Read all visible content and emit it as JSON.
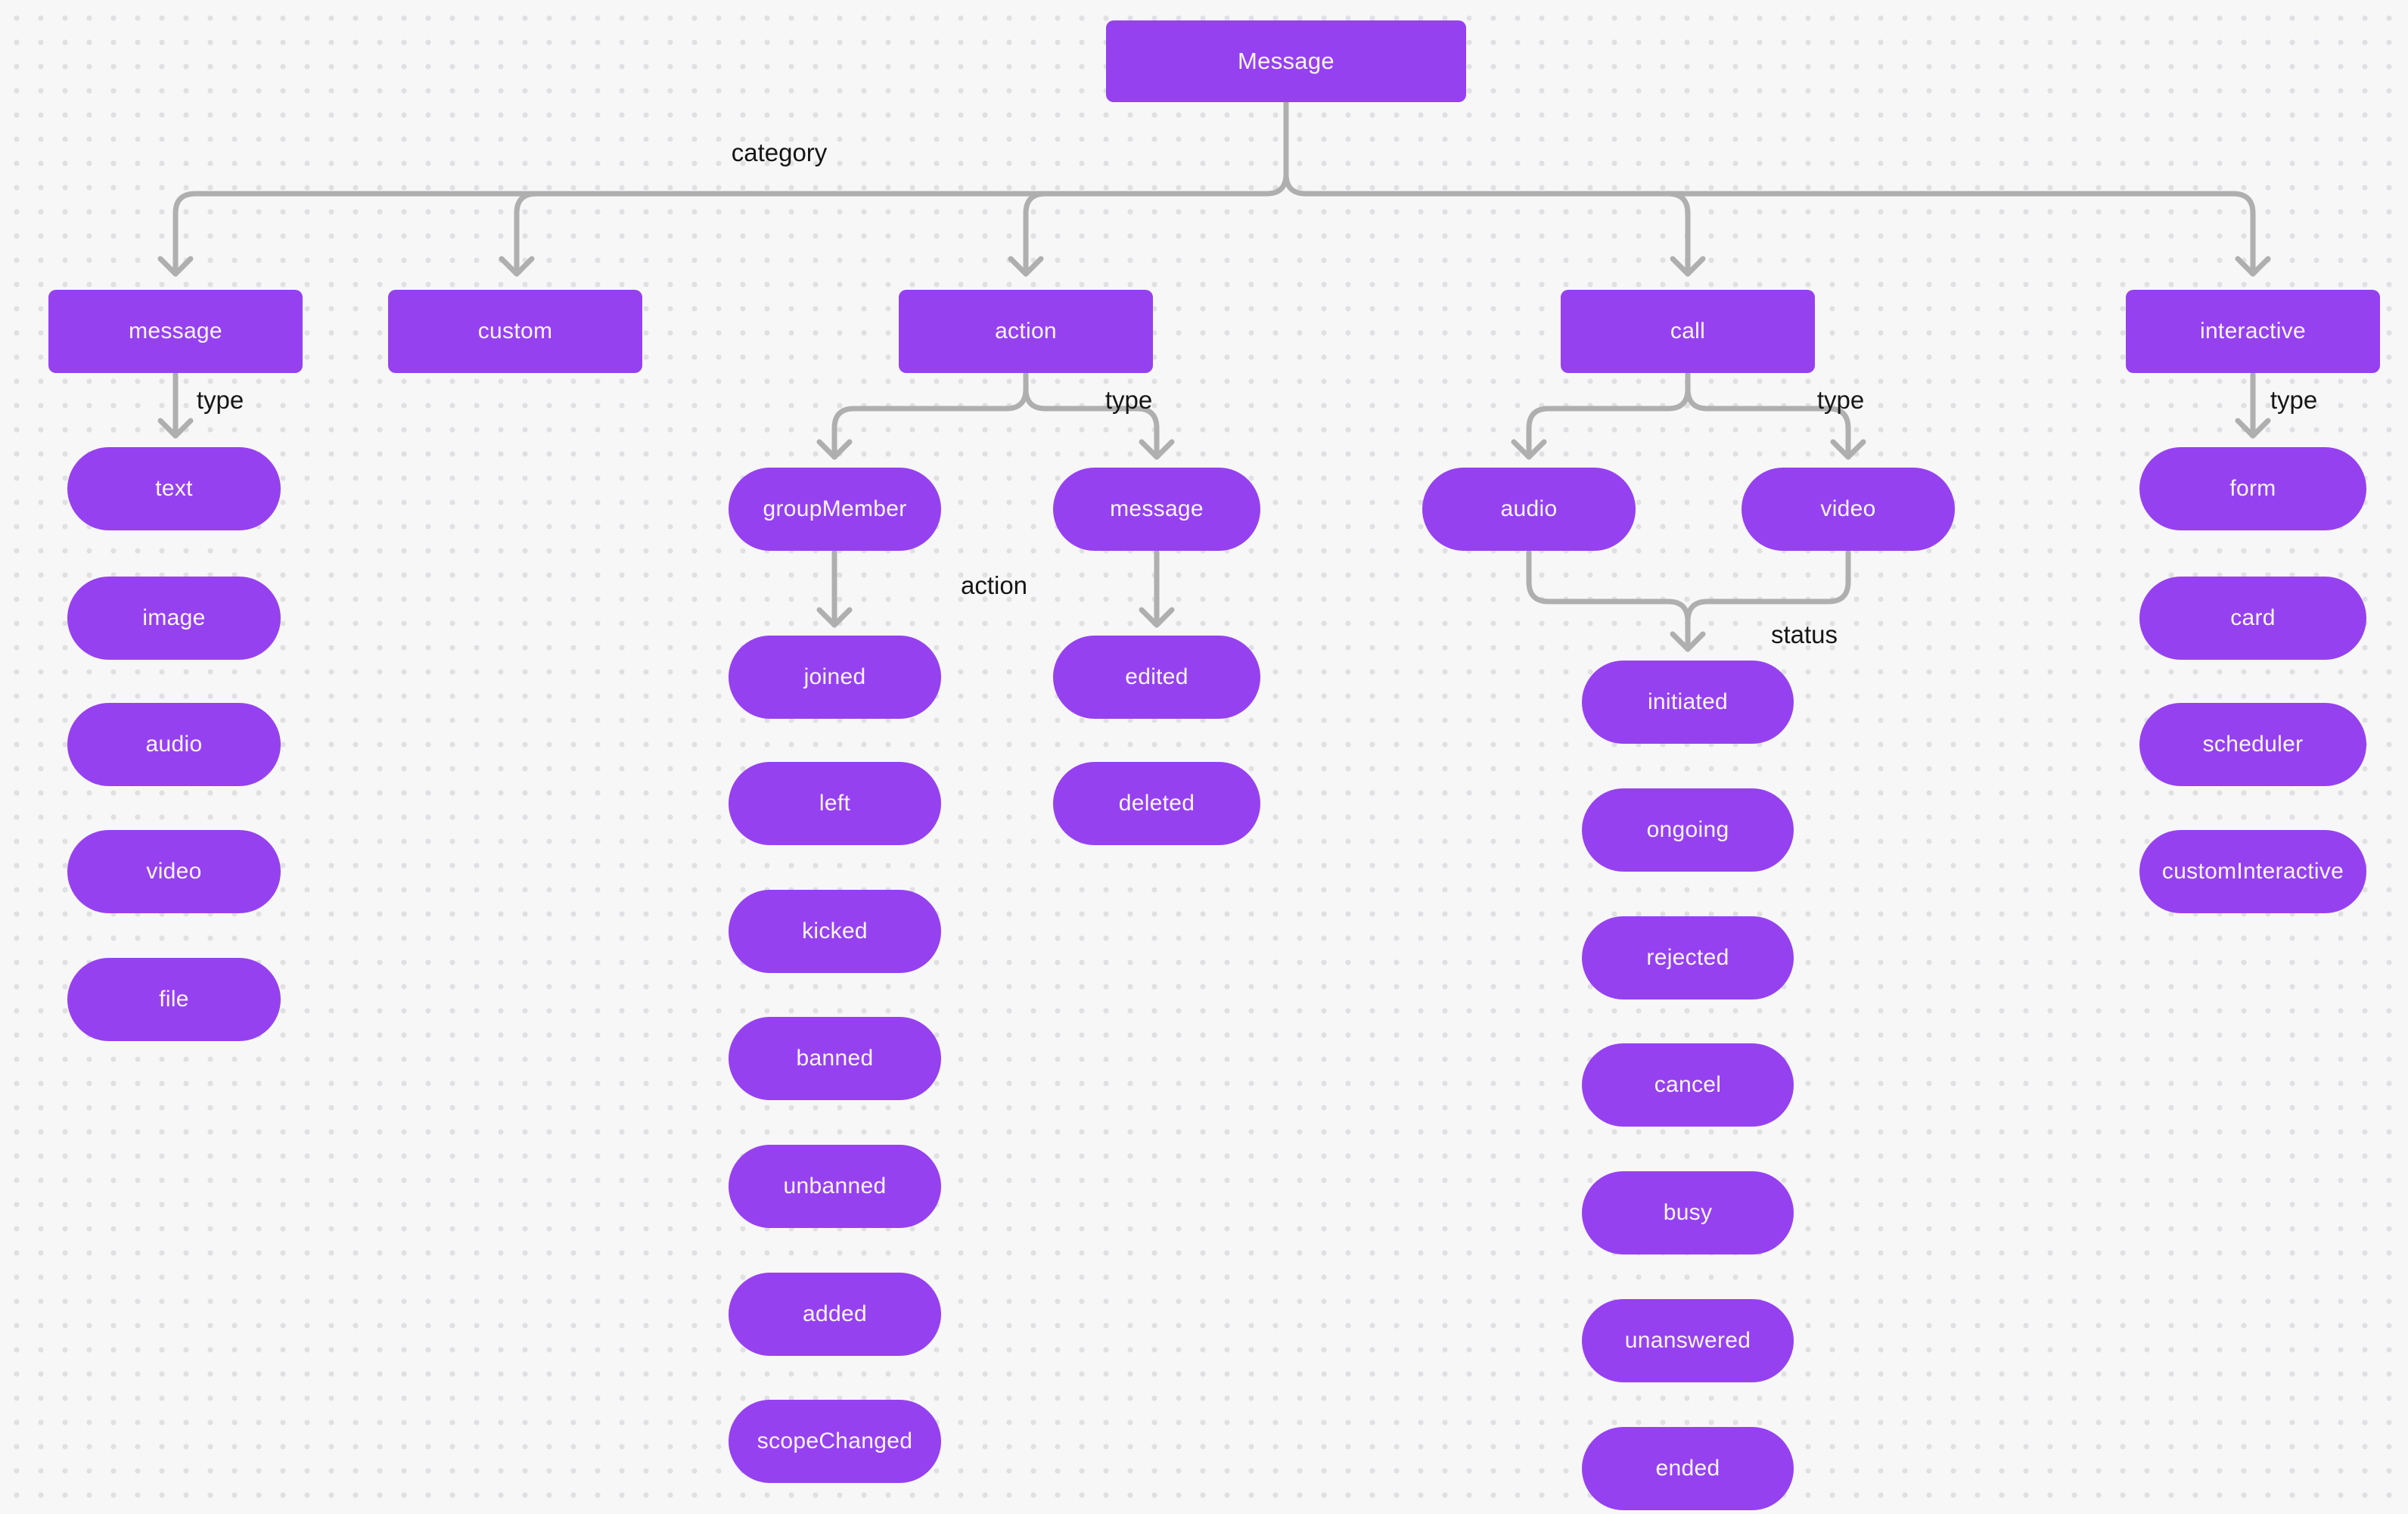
{
  "diagram": {
    "root": "Message",
    "labels": {
      "category": "category",
      "type_message": "type",
      "type_action": "type",
      "type_call": "type",
      "type_interactive": "type",
      "action_edge": "action",
      "status": "status"
    },
    "nodes": {
      "message_category": "message",
      "custom": "custom",
      "action_category": "action",
      "call": "call",
      "interactive": "interactive",
      "text": "text",
      "image": "image",
      "audio_message": "audio",
      "video_message": "video",
      "file": "file",
      "groupMember": "groupMember",
      "action_message": "message",
      "joined": "joined",
      "left": "left",
      "kicked": "kicked",
      "banned": "banned",
      "unbanned": "unbanned",
      "added": "added",
      "scopeChanged": "scopeChanged",
      "edited": "edited",
      "deleted": "deleted",
      "audio_call": "audio",
      "video_call": "video",
      "initiated": "initiated",
      "ongoing": "ongoing",
      "rejected": "rejected",
      "cancel": "cancel",
      "busy": "busy",
      "unanswered": "unanswered",
      "ended": "ended",
      "form": "form",
      "card": "card",
      "scheduler": "scheduler",
      "customInteractive": "customInteractive"
    },
    "colors": {
      "node": "#9641F0",
      "node_text": "#FAF5FF",
      "edge": "#AFAFAF",
      "background": "#F7F7F8",
      "dot": "#E0E0E3",
      "label_text": "#161616"
    }
  }
}
